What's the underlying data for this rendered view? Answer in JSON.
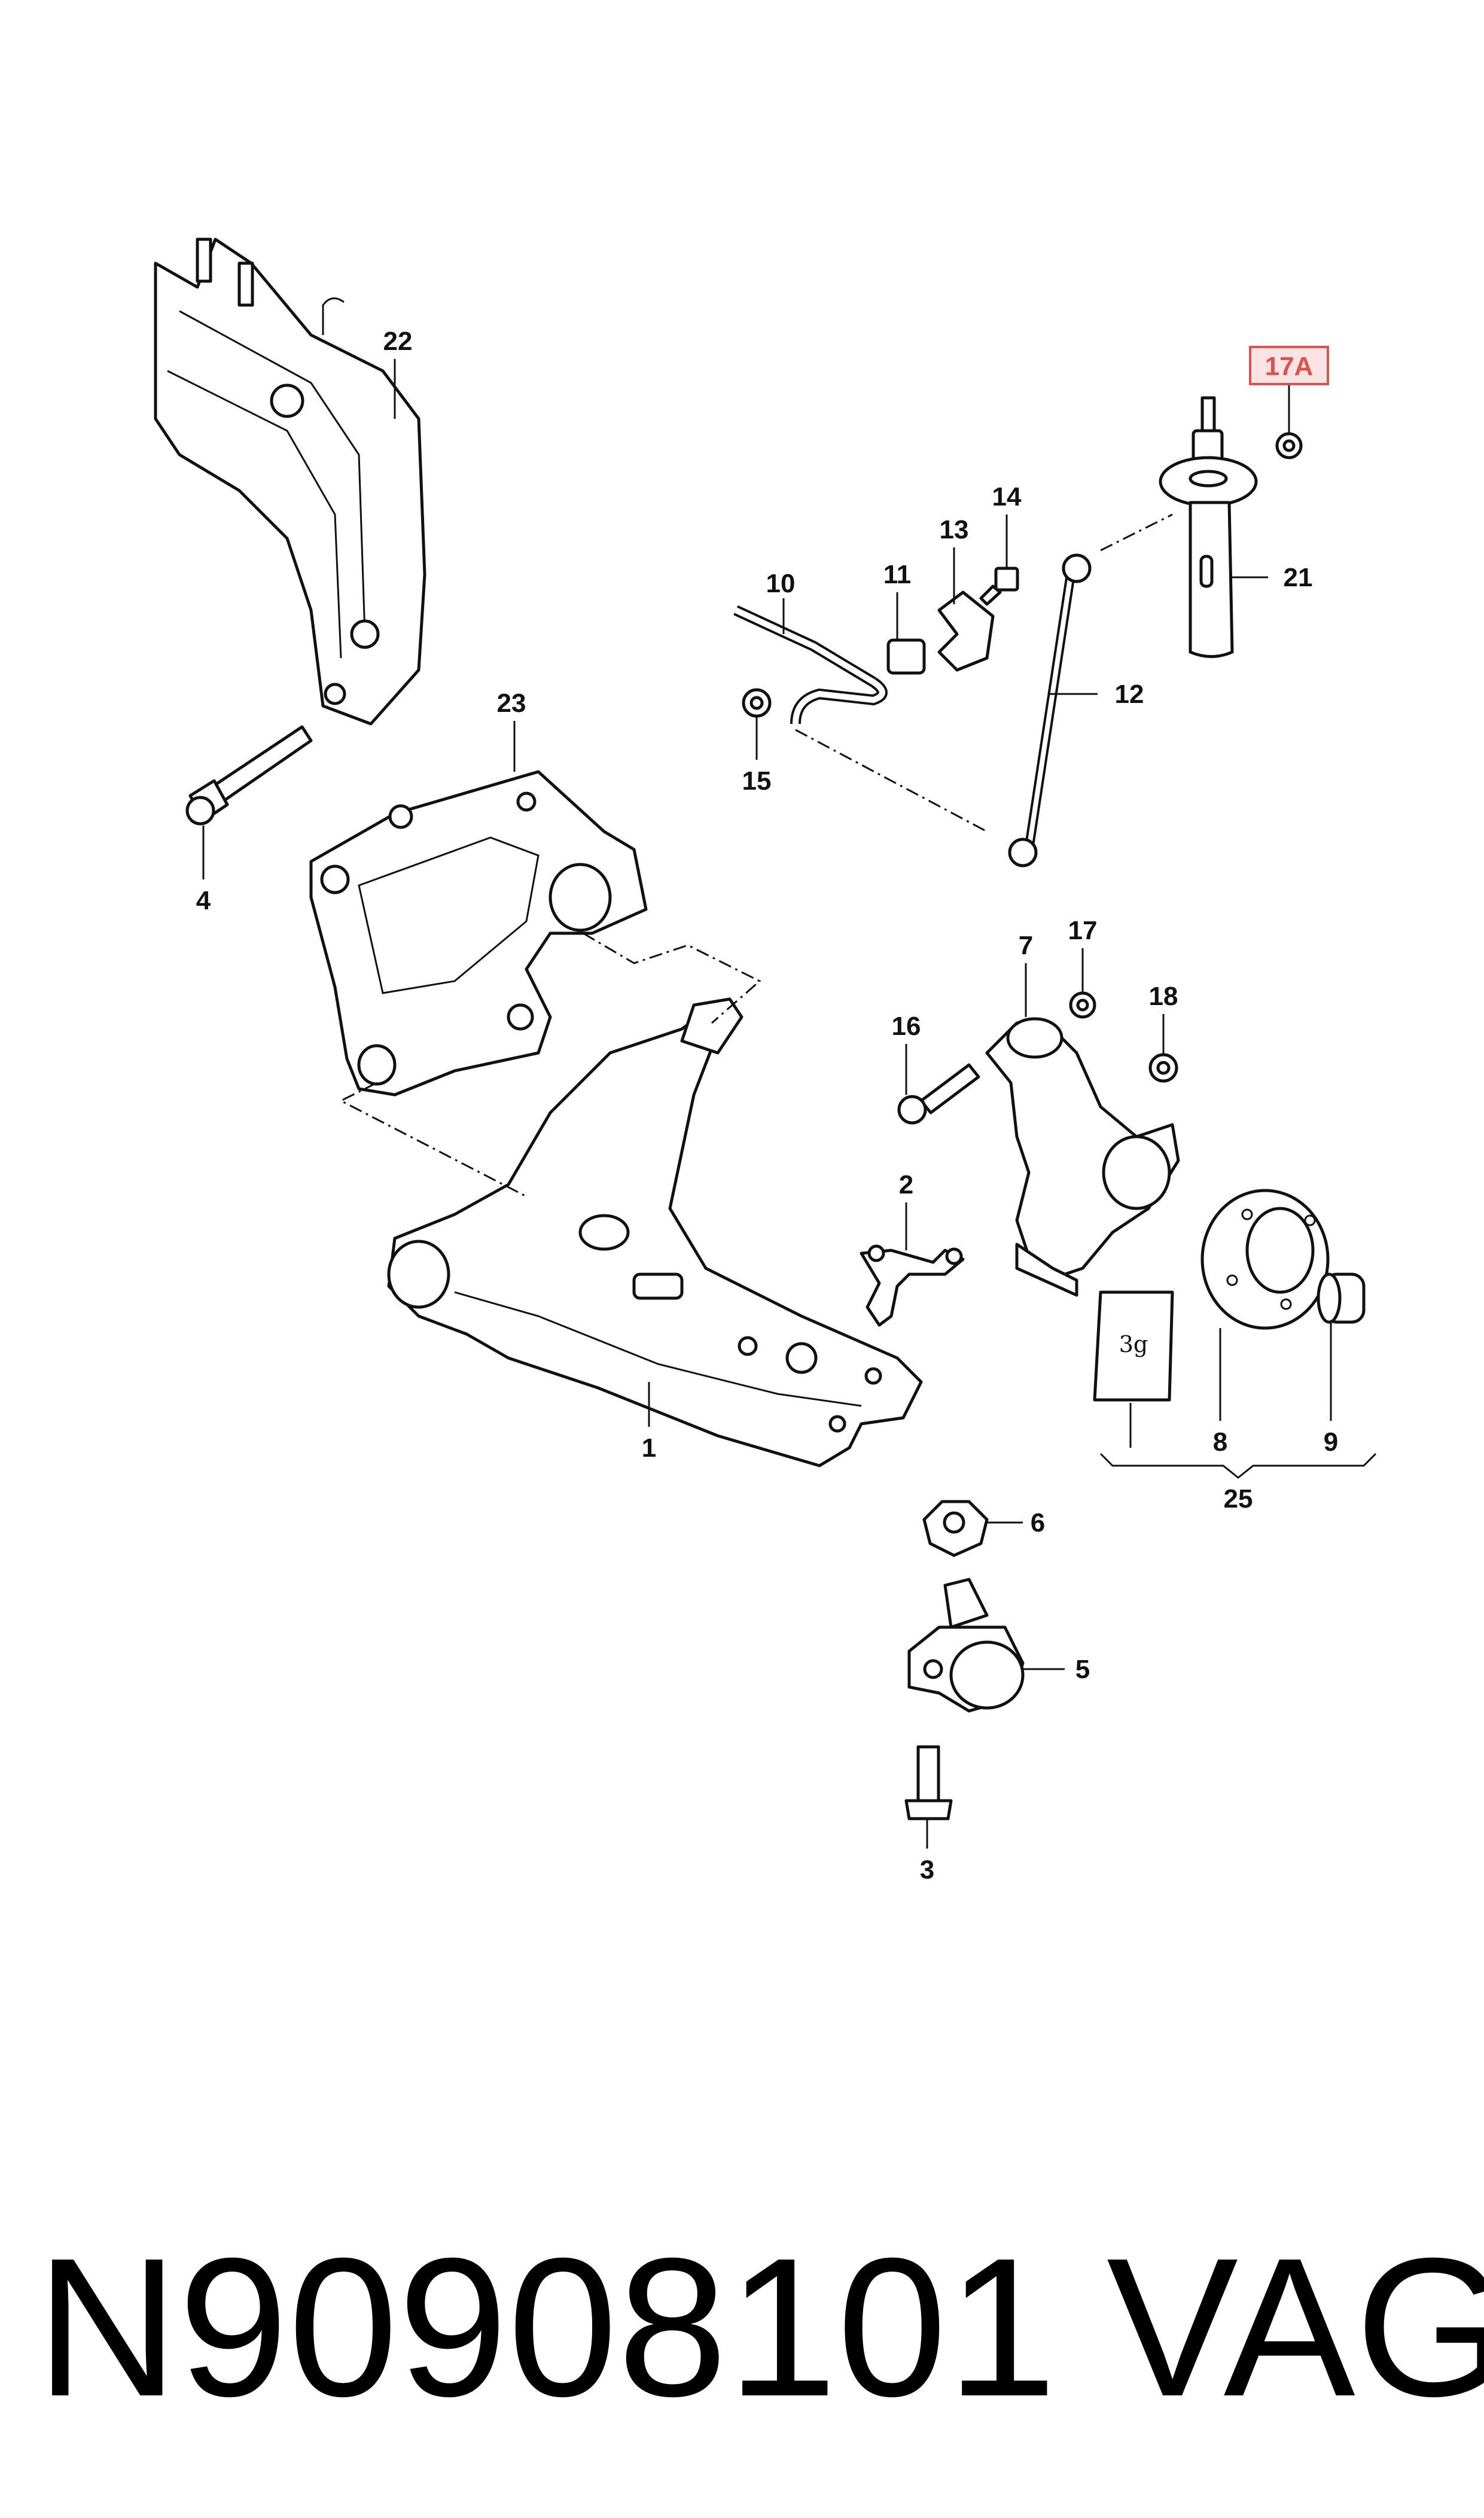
{
  "callouts": {
    "c1": "1",
    "c2": "2",
    "c3": "3",
    "c4": "4",
    "c5": "5",
    "c6": "6",
    "c7": "7",
    "c8": "8",
    "c9": "9",
    "c10": "10",
    "c11": "11",
    "c12": "12",
    "c13": "13",
    "c14": "14",
    "c15": "15",
    "c16": "16",
    "c17": "17",
    "c17a": "17A",
    "c18": "18",
    "c21": "21",
    "c22": "22",
    "c23": "23",
    "c25": "25"
  },
  "packet_label": "3g",
  "highlight_color": "#d9534f",
  "footer": {
    "part_number": "N90908101",
    "brand": "VAG"
  }
}
